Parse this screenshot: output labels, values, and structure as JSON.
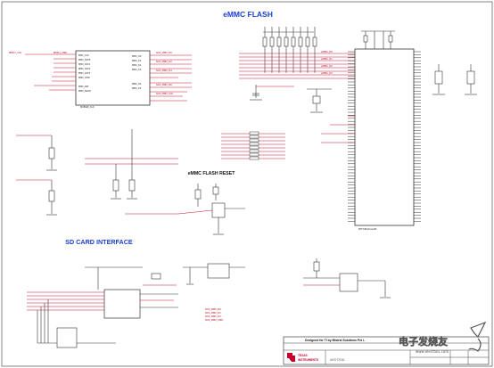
{
  "titles": {
    "emmc_flash": "eMMC FLASH",
    "emmc_flash_reset": "eMMC FLASH RESET",
    "sd_card_interface": "SD CARD INTERFACE"
  },
  "colors": {
    "title_blue": "#1a3fd6",
    "net_red": "#c8102e",
    "wire_dark": "#333333",
    "ti_red": "#c4002b"
  },
  "title_block": {
    "designed_for": "Designed for TI by Mistral Solutions Pvt L",
    "logo_text_line1": "TEXAS",
    "logo_text_line2": "INSTRUMENTS",
    "partner_logo": "MISTRAL",
    "watermark": "电子发烧友",
    "watermark_url": "www.elecfans.com"
  }
}
